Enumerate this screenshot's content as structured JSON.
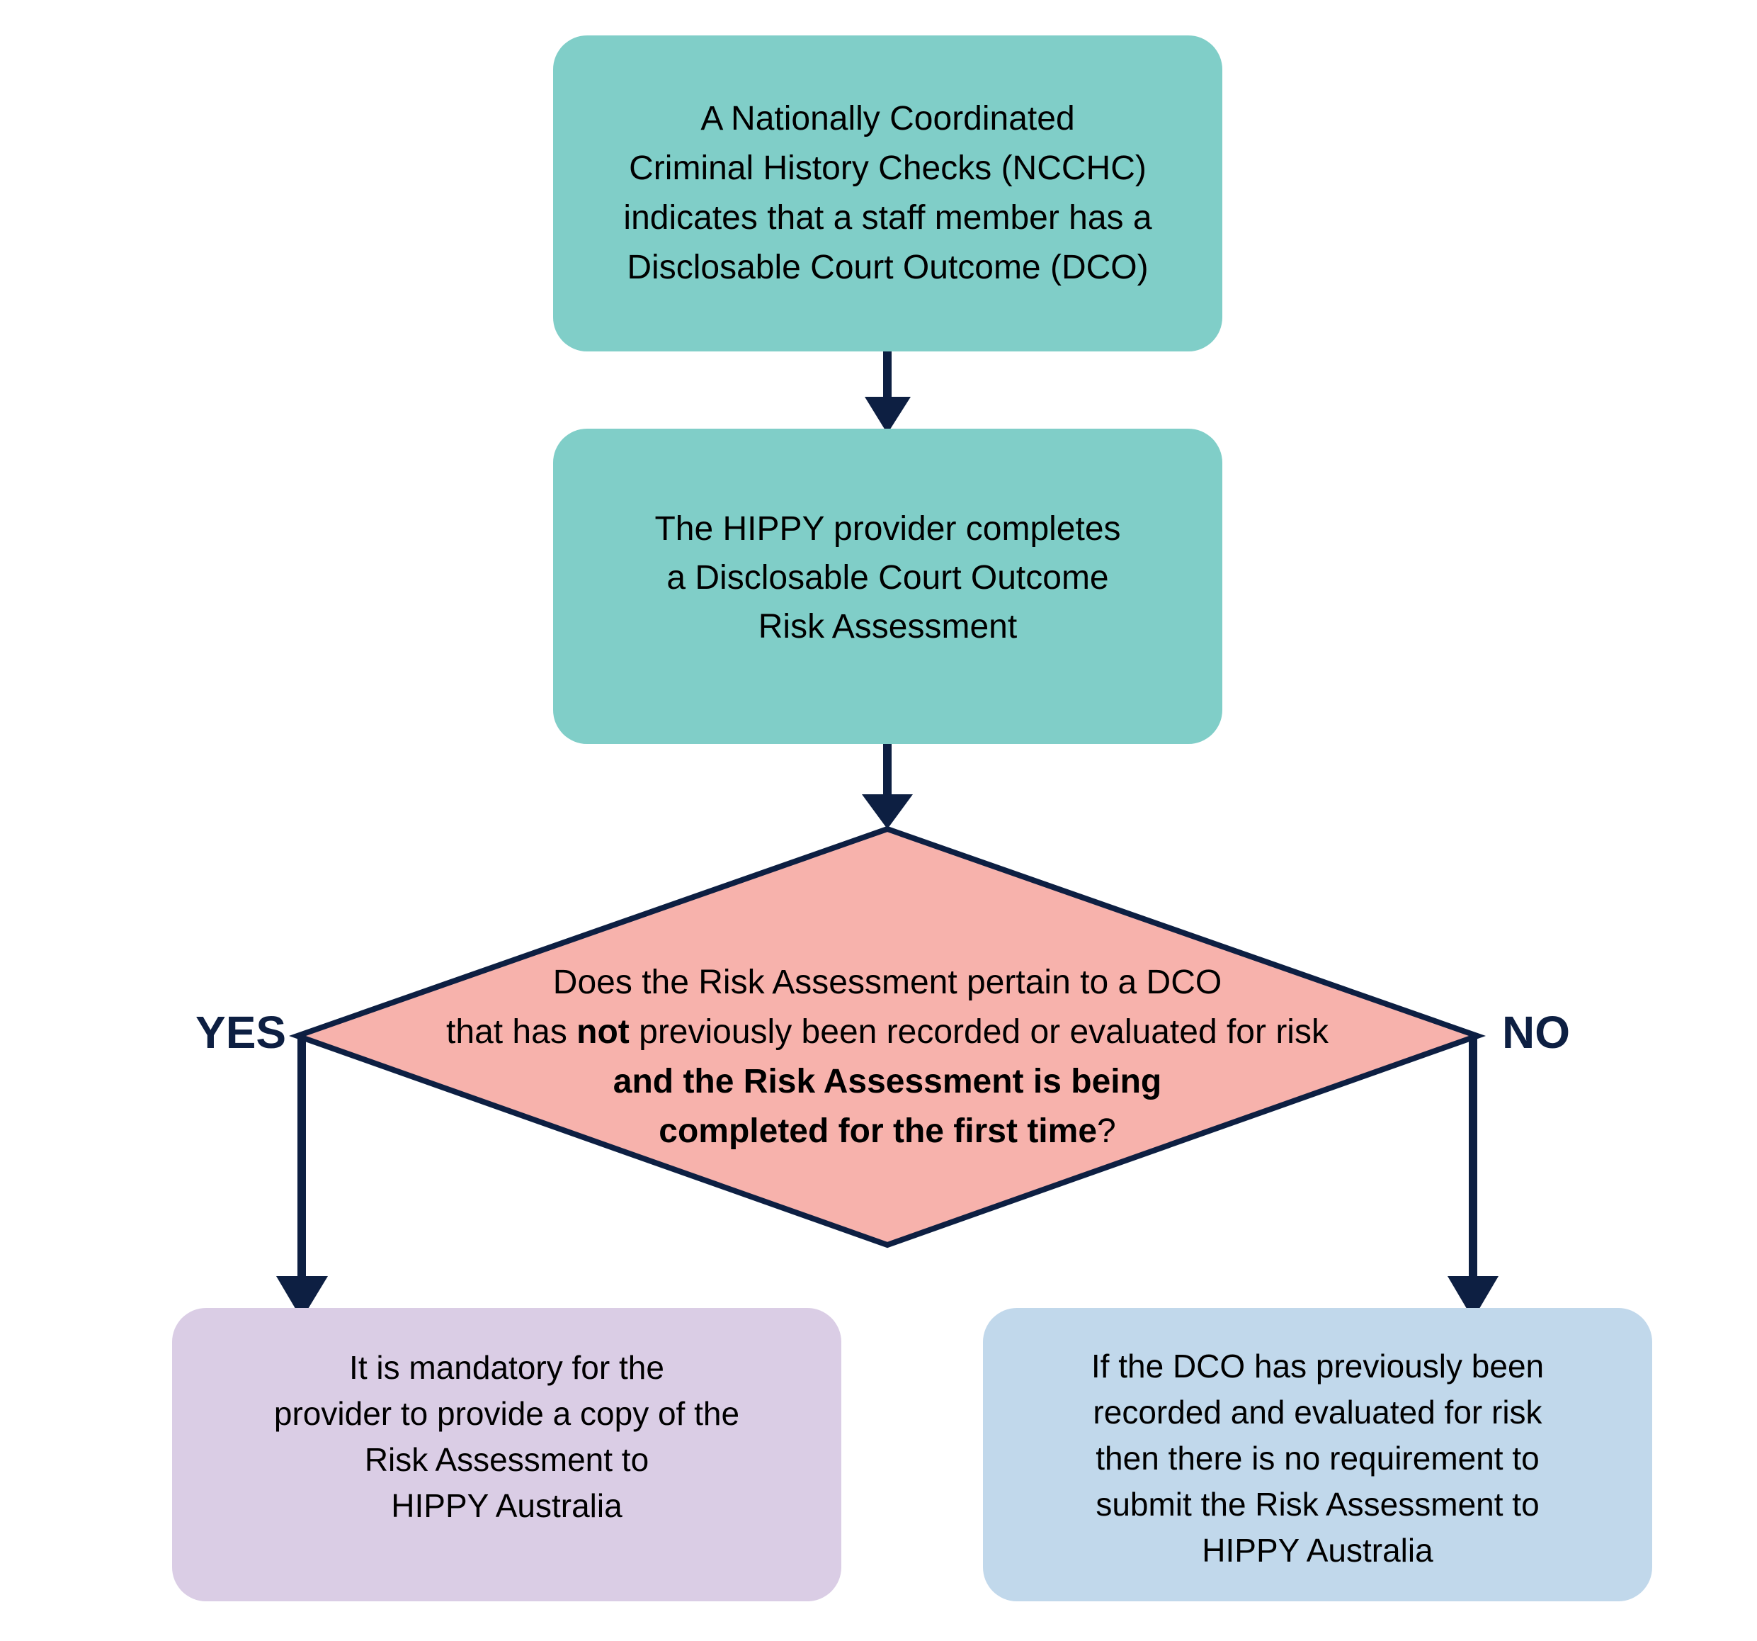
{
  "colors": {
    "start_fill": "#80CEC8",
    "assess_fill": "#80CEC8",
    "decision_fill": "#F7B2AC",
    "yes_fill": "#DACDE5",
    "no_fill": "#C1D8EB",
    "connector": "#0D1F42"
  },
  "start_box": {
    "lines": [
      "A Nationally Coordinated",
      "Criminal History Checks (NCCHC)",
      "indicates that a staff member has a",
      "Disclosable Court Outcome (DCO)"
    ]
  },
  "assessment_box": {
    "lines": [
      "The HIPPY provider completes",
      "a Disclosable Court Outcome",
      "Risk Assessment"
    ]
  },
  "decision": {
    "line1": "Does the Risk Assessment pertain to a DCO",
    "line2_pre": "that has ",
    "line2_bold": "not",
    "line2_post": " previously been recorded or evaluated for risk",
    "line3_bold": "and the Risk Assessment is being",
    "line4_bold": "completed for the first time",
    "line4_post": "?"
  },
  "branches": {
    "yes_label": "YES",
    "no_label": "NO"
  },
  "yes_box": {
    "lines": [
      "It is mandatory for the",
      "provider to provide a copy of the",
      "Risk Assessment to",
      "HIPPY Australia"
    ]
  },
  "no_box": {
    "lines": [
      "If the DCO has previously been",
      "recorded and evaluated for risk",
      "then there is no requirement to",
      "submit the Risk Assessment to",
      "HIPPY Australia"
    ]
  }
}
